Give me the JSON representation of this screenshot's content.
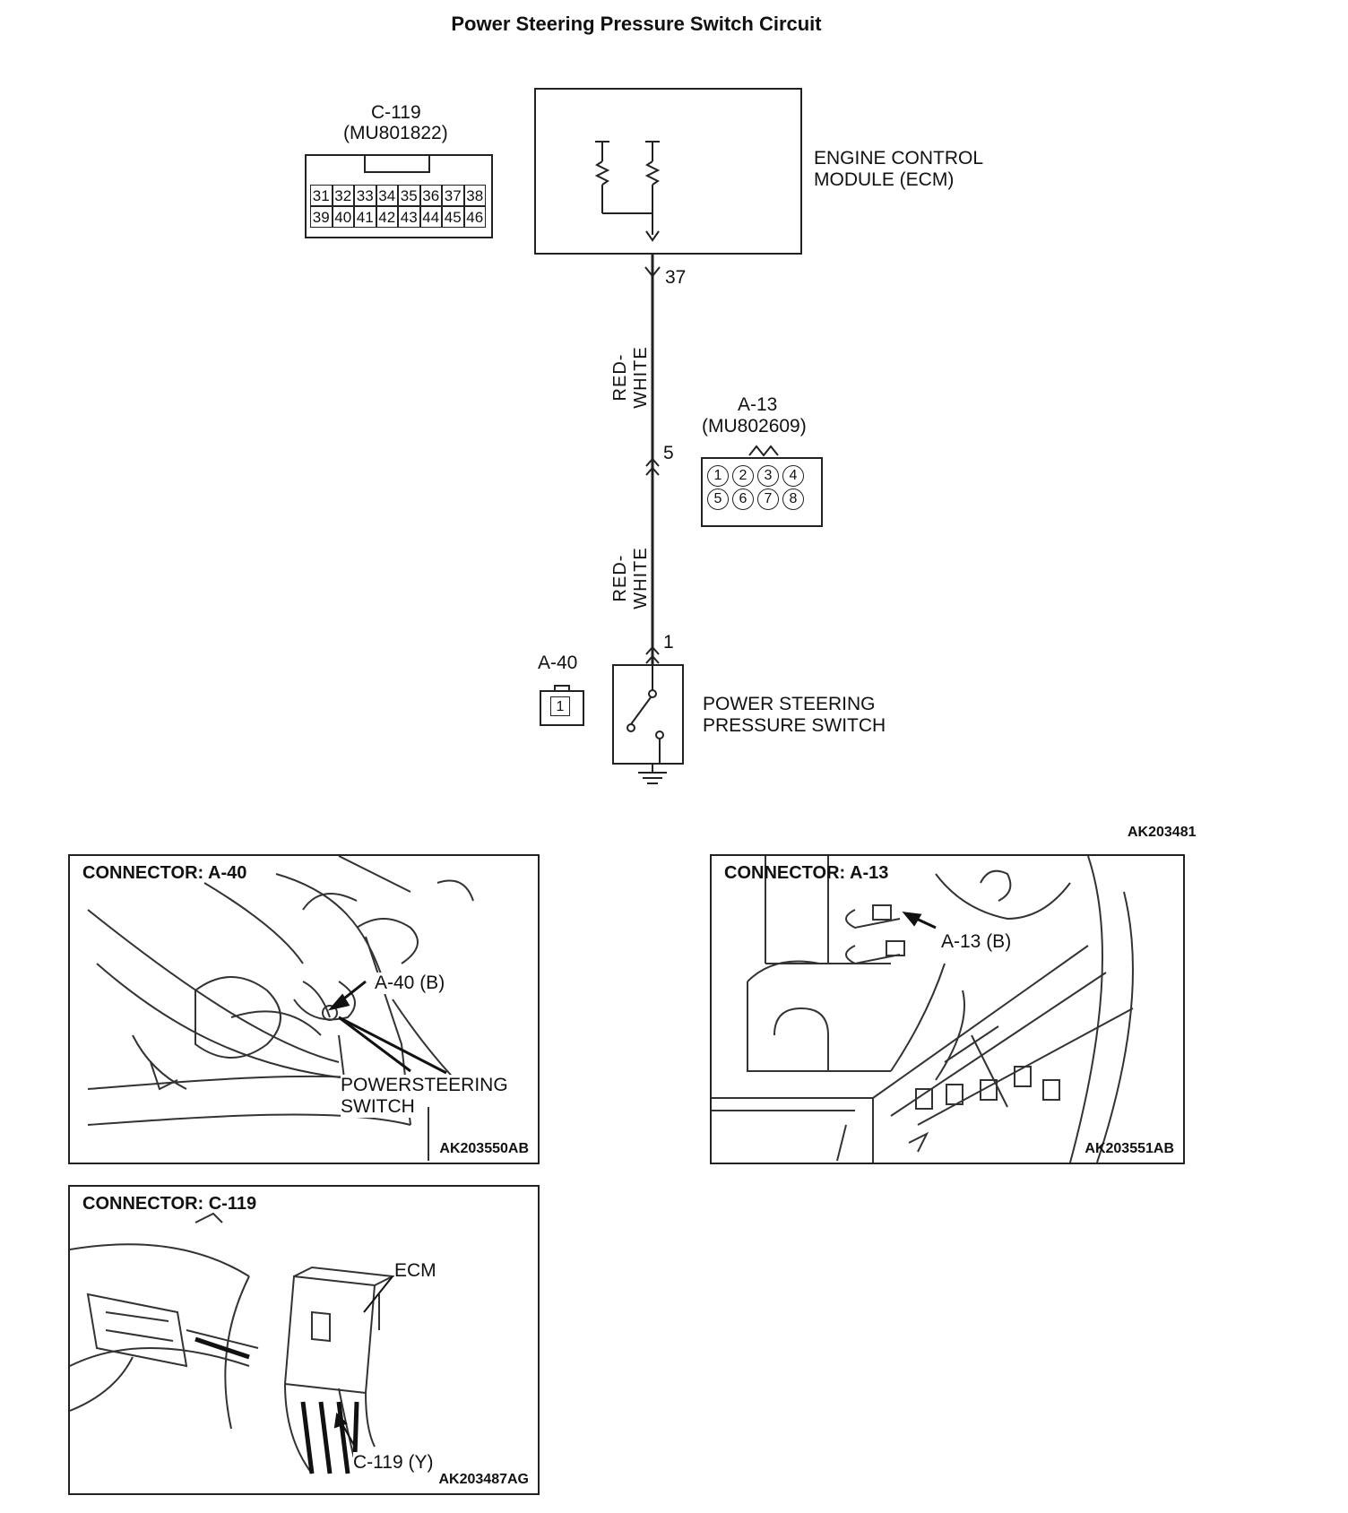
{
  "title": "Power Steering Pressure Switch Circuit",
  "ecm": {
    "label_line1": "ENGINE CONTROL",
    "label_line2": "MODULE (ECM)"
  },
  "connector_c119": {
    "name": "C-119",
    "part": "(MU801822)",
    "pins_row1": [
      "31",
      "32",
      "33",
      "34",
      "35",
      "36",
      "37",
      "38"
    ],
    "pins_row2": [
      "39",
      "40",
      "41",
      "42",
      "43",
      "44",
      "45",
      "46"
    ]
  },
  "connector_a13": {
    "name": "A-13",
    "part": "(MU802609)",
    "pins_row1": [
      "1",
      "2",
      "3",
      "4"
    ],
    "pins_row2": [
      "5",
      "6",
      "7",
      "8"
    ]
  },
  "connector_a40": {
    "name": "A-40",
    "pins": [
      "1"
    ]
  },
  "wire": {
    "upper_color": "RED-WHITE",
    "lower_color": "RED-WHITE",
    "pin_ecm": "37",
    "pin_a13": "5",
    "pin_switch": "1"
  },
  "switch": {
    "label_line1": "POWER STEERING",
    "label_line2": "PRESSURE SWITCH"
  },
  "diagram_code": "AK203481",
  "panels": {
    "a40": {
      "heading": "CONNECTOR: A-40",
      "callout": "A-40 (B)",
      "label_line1": "POWERSTEERING",
      "label_line2": "SWITCH",
      "code": "AK203550AB"
    },
    "a13": {
      "heading": "CONNECTOR: A-13",
      "callout": "A-13 (B)",
      "code": "AK203551AB"
    },
    "c119": {
      "heading": "CONNECTOR: C-119",
      "ecm_label": "ECM",
      "callout": "C-119 (Y)",
      "code": "AK203487AG"
    }
  }
}
